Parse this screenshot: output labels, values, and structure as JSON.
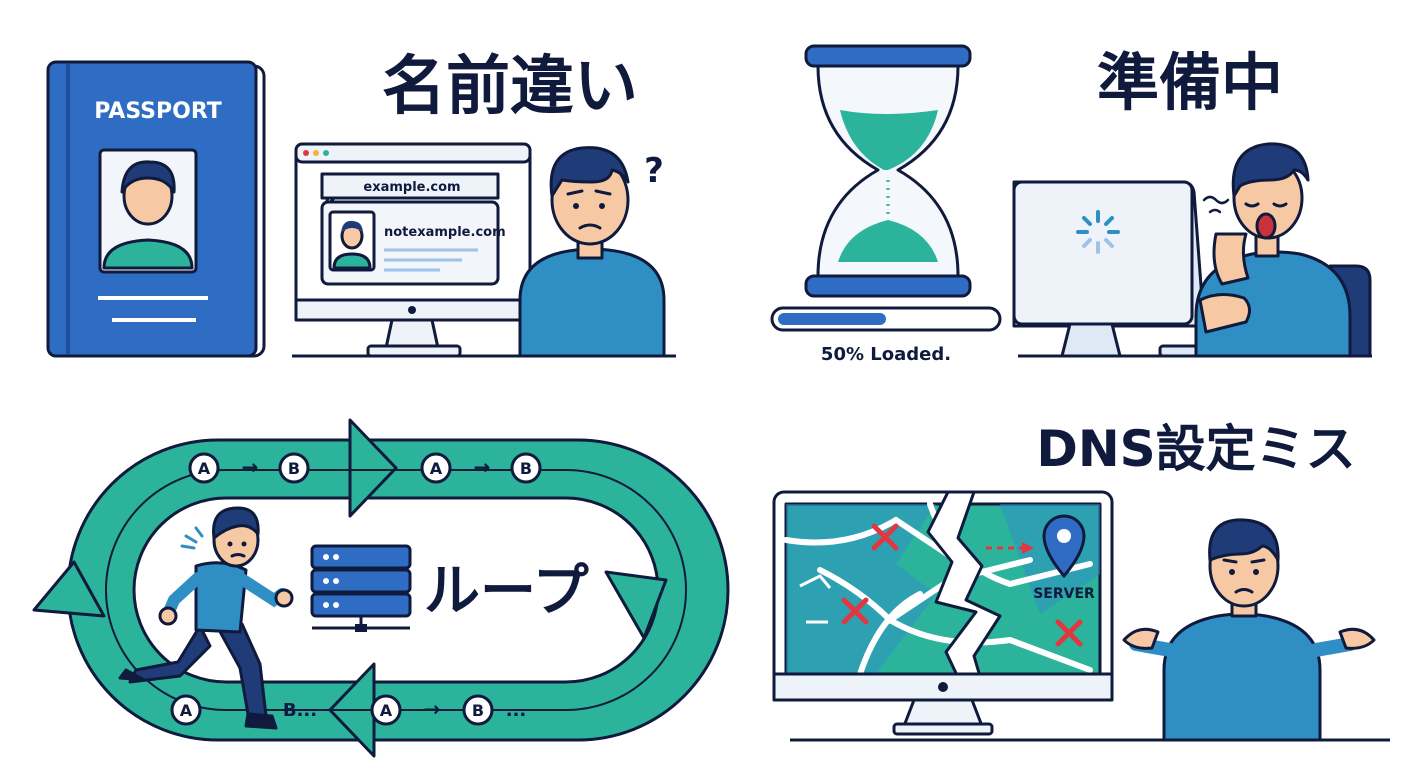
{
  "panels": {
    "name_mismatch": {
      "title": "名前違い",
      "passport_label": "PASSPORT",
      "url_expected": "example.com",
      "url_actual": "notexample.com",
      "question_mark": "?"
    },
    "preparing": {
      "title": "準備中",
      "progress_percent": 50,
      "progress_label": "50% Loaded."
    },
    "loop": {
      "title": "ループ",
      "node_a": "A",
      "node_b": "B",
      "trailing_b": "B...",
      "ellipsis": "..."
    },
    "dns": {
      "title": "DNS設定ミス",
      "server_label": "SERVER"
    }
  },
  "colors": {
    "ink": "#0f1a3c",
    "blue": "#2f6dc4",
    "teal": "#2bb39c",
    "shirt": "#2f8fc4",
    "skin": "#f6c9a4",
    "hair": "#1f3c78",
    "red": "#e0383e",
    "light": "#eef3fa"
  }
}
